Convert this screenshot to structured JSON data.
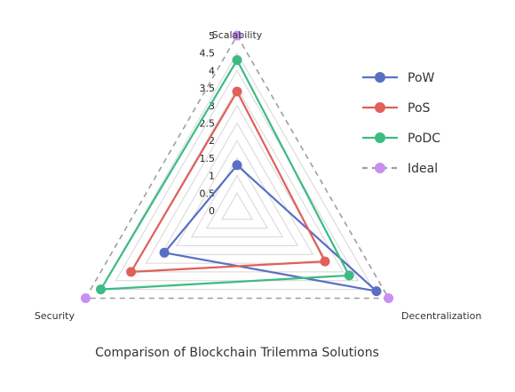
{
  "chart_data": {
    "type": "radar",
    "title": "Comparison of Blockchain Trilemma Solutions",
    "axes": [
      "Scalability",
      "Decentralization",
      "Security"
    ],
    "rlim": [
      0,
      5
    ],
    "ticks": [
      "0",
      "0.5",
      "1",
      "1.5",
      "2",
      "2.5",
      "3",
      "3.5",
      "4",
      "4.5",
      "5"
    ],
    "grid": true,
    "legend_position": "top-right",
    "series": [
      {
        "name": "PoW",
        "values": [
          1.3,
          4.6,
          2.4
        ],
        "color": "#5a6fc4",
        "dashed": false
      },
      {
        "name": "PoS",
        "values": [
          3.4,
          2.9,
          3.5
        ],
        "color": "#e0605a",
        "dashed": false
      },
      {
        "name": "PoDC",
        "values": [
          4.3,
          3.7,
          4.5
        ],
        "color": "#3dbb84",
        "dashed": false
      },
      {
        "name": "Ideal",
        "values": [
          5,
          5,
          5
        ],
        "color": "#9e9e9e",
        "marker_color": "#c98ff0",
        "dashed": true
      }
    ]
  }
}
